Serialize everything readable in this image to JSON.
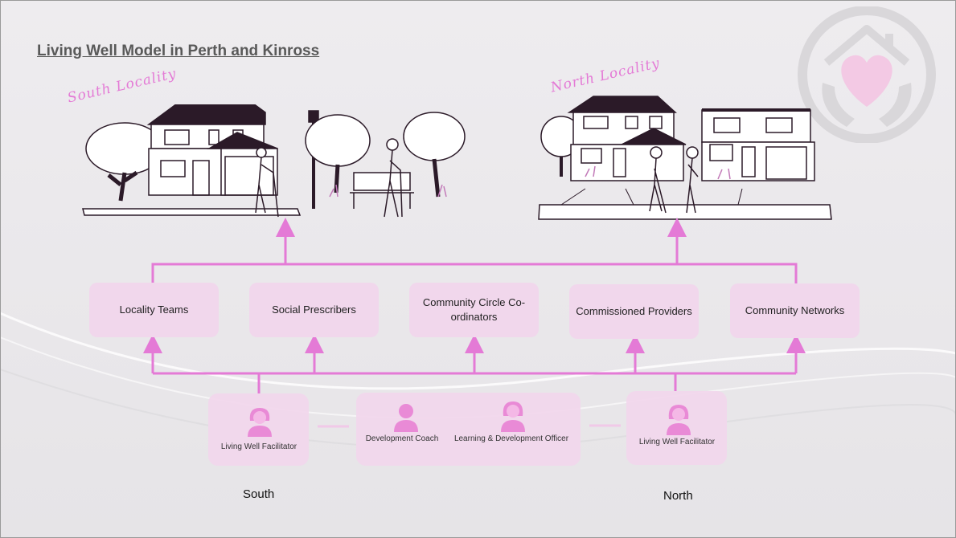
{
  "title": "Living Well Model in Perth and Kinross",
  "localities": {
    "south": "South Locality",
    "north": "North Locality"
  },
  "services": [
    "Locality Teams",
    "Social Prescribers",
    "Community Circle Co-ordinators",
    "Commissioned Providers",
    "Community Networks"
  ],
  "staff": {
    "south_facilitator": "Living Well Facilitator",
    "development_coach": "Development Coach",
    "ld_officer": "Learning & Development Officer",
    "north_facilitator": "Living Well Facilitator"
  },
  "regions": {
    "south": "South",
    "north": "North"
  },
  "colors": {
    "accent": "#e47ad6",
    "box": "#f1d7ec",
    "figure": "#e98ad6",
    "line": "#6b2f5f"
  },
  "icons": [
    "house-heart-logo-icon",
    "person-icon"
  ]
}
